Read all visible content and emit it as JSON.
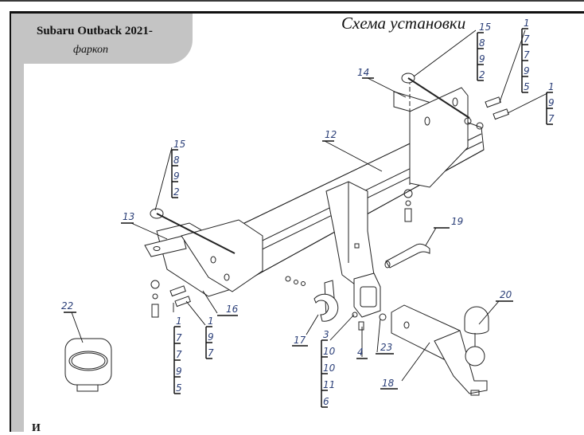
{
  "header": {
    "car_model": "Subaru  Outback 2021-",
    "product": "фаркоп",
    "scheme_title": "Схема установки"
  },
  "footer": {
    "partial_text": "И"
  },
  "callouts": [
    {
      "id": "c12",
      "label": "12"
    },
    {
      "id": "c13",
      "label": "13"
    },
    {
      "id": "c14",
      "label": "14"
    },
    {
      "id": "c16",
      "label": "16"
    },
    {
      "id": "c17",
      "label": "17"
    },
    {
      "id": "c18",
      "label": "18"
    },
    {
      "id": "c19",
      "label": "19"
    },
    {
      "id": "c20",
      "label": "20"
    },
    {
      "id": "c22",
      "label": "22"
    },
    {
      "id": "c23",
      "label": "23"
    },
    {
      "id": "c4",
      "label": "4"
    }
  ],
  "stacks": {
    "top_right_15": [
      "15",
      "8",
      "9",
      "2"
    ],
    "top_right_bolt_a": [
      "1",
      "7",
      "7",
      "9",
      "5"
    ],
    "top_right_bolt_b": [
      "1",
      "9",
      "7"
    ],
    "left_15": [
      "15",
      "8",
      "9",
      "2"
    ],
    "bottom_left_bolt_a": [
      "1",
      "7",
      "7",
      "9",
      "5"
    ],
    "bottom_left_bolt_b": [
      "1",
      "9",
      "7"
    ],
    "socket_bolt": [
      "3",
      "10",
      "10",
      "11",
      "6"
    ]
  },
  "colors": {
    "label": "#2b3f78",
    "line": "#111111",
    "panel_gray": "#c4c4c4"
  }
}
